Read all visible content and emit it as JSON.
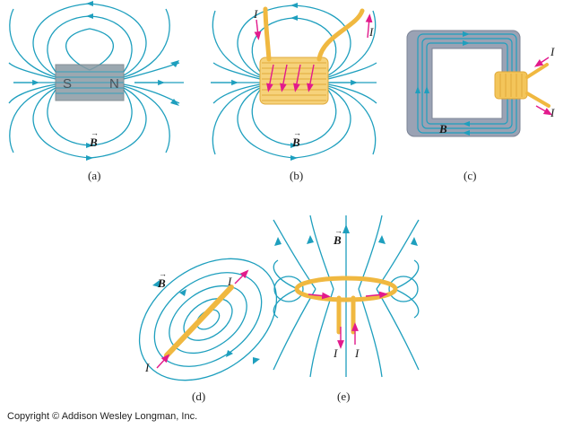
{
  "panels": {
    "a": {
      "caption": "(a)",
      "field_label": "B",
      "pole_left": "S",
      "pole_right": "N"
    },
    "b": {
      "caption": "(b)",
      "field_label": "B",
      "current_left": "I",
      "current_right": "I"
    },
    "c": {
      "caption": "(c)",
      "field_label": "B",
      "current_top": "I",
      "current_bottom": "I"
    },
    "d": {
      "caption": "(d)",
      "field_label": "B",
      "current_top": "I",
      "current_bottom": "I"
    },
    "e": {
      "caption": "(e)",
      "field_label": "B",
      "current_left": "I",
      "current_right": "I"
    }
  },
  "copyright": "Copyright © Addison Wesley Longman, Inc.",
  "colors": {
    "field_lines": "#1e9fbe",
    "current_arrows": "#e21a8c",
    "coil": "#f0b840",
    "magnet": "#8a9aa3",
    "core": "#9aa2b4"
  }
}
